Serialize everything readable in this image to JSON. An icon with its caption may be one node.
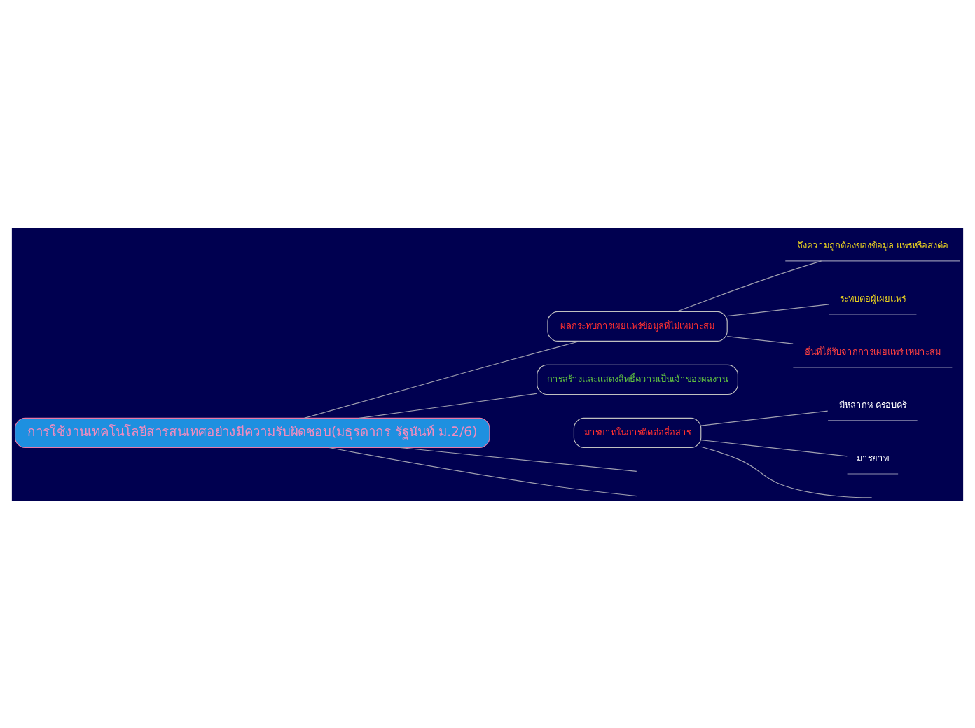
{
  "diagram": {
    "nodes": [
      {
        "text": [
          "การใช้งานเทคโนโลยีสารสนเทศอย่างมีความรับผิดชอบ(มธุรดากร รัฐนันท์ ม.2/6)"
        ]
      },
      {
        "text": [
          "ผลกระทบการเผยแพร่ข้อมูลที่ไม่เหมาะสม"
        ]
      },
      {
        "text": [
          "ถึงความถูกต้องของข้อมูล แพร่หรือส่งต่อ"
        ]
      },
      {
        "text": [
          "ระทบต่อผู้เผยแพร่"
        ]
      },
      {
        "text": [
          "อื่นที่ได้รับจากการเผยแพร่ เหมาะสม"
        ]
      },
      {
        "text": [
          "การสร้างและแสดงสิทธิ์ความเป็นเจ้าของผลงาน"
        ]
      },
      {
        "text": [
          "มารยาทในการติดต่อสื่อสาร"
        ]
      },
      {
        "text": [
          "มีหลากห ครอบครั"
        ]
      },
      {
        "text": [
          "มารยาท"
        ]
      }
    ],
    "edges": [
      {
        "from": 0,
        "to": null,
        "arrow": "none"
      },
      {
        "from": 0,
        "to": null,
        "arrow": "none"
      },
      {
        "from": 0,
        "to": 1,
        "arrow": "none"
      },
      {
        "from": 1,
        "to": 2,
        "arrow": "none"
      },
      {
        "from": 1,
        "to": 3,
        "arrow": "none"
      },
      {
        "from": 1,
        "to": 4,
        "arrow": "none"
      },
      {
        "from": 0,
        "to": 5,
        "arrow": "none"
      },
      {
        "from": 0,
        "to": 6,
        "arrow": "none"
      },
      {
        "from": 6,
        "to": 7,
        "arrow": "none"
      },
      {
        "from": 6,
        "to": 8,
        "arrow": "none"
      },
      {
        "from": 6,
        "to": null,
        "arrow": "none"
      }
    ]
  }
}
